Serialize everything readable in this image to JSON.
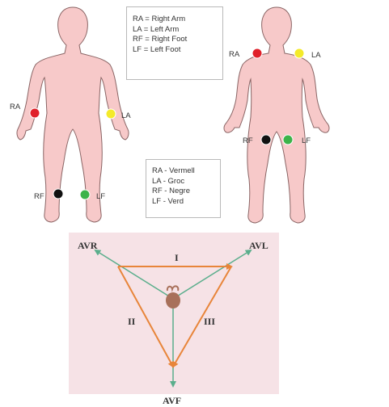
{
  "legend_english": {
    "lines": [
      "RA = Right Arm",
      "LA = Left Arm",
      "RF = Right Foot",
      "LF = Left Foot"
    ]
  },
  "legend_catalan": {
    "lines": [
      "RA - Vermell",
      "LA - Groc",
      "RF - Negre",
      "LF - Verd"
    ]
  },
  "electrodes": {
    "ra": {
      "label": "RA",
      "color": "#e0202a"
    },
    "la": {
      "label": "LA",
      "color": "#f4ea2a"
    },
    "rf": {
      "label": "RF",
      "color": "#111111"
    },
    "lf": {
      "label": "LF",
      "color": "#3cb34a"
    }
  },
  "einthoven": {
    "leads": {
      "i": "I",
      "ii": "II",
      "iii": "III"
    },
    "augmented": {
      "avr": "AVR",
      "avl": "AVL",
      "avf": "AVF"
    },
    "colors": {
      "triangle": "#e8853a",
      "vectors": "#5aae8c",
      "background": "#f6e2e6",
      "heart": "#a8705a"
    }
  },
  "body_color": "#f7c9c9",
  "body_outline": "#8a6565"
}
